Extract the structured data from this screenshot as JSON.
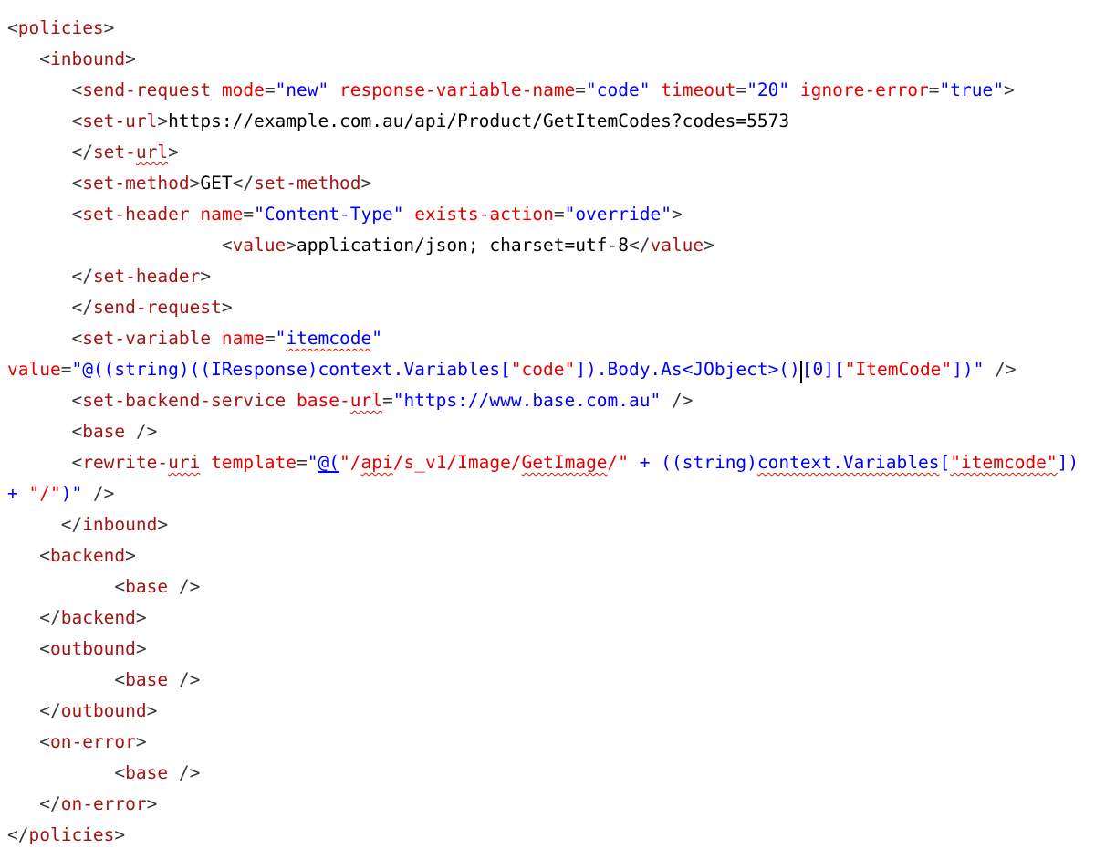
{
  "editor": {
    "language": "xml",
    "background": "#FFFFFF",
    "cursor_visible": true,
    "cursor_location_hint": "line 12, between ()' and '[0]'"
  },
  "colors": {
    "d": "#383838",
    "t": "#A31515",
    "a": "#E50000",
    "v": "#0000FF",
    "s": "#E50000",
    "x": "#000000",
    "u": "#0000FF",
    "squiggle": "#E51400",
    "cursor": "#000000",
    "background": "#FFFFFF"
  },
  "color_legend": {
    "d": "xml-delimiter",
    "t": "xml-tag-name",
    "a": "xml-attribute-name",
    "v": "xml-attribute-value",
    "s": "nested-expression-string",
    "x": "plain-text-content",
    "u": "underlined-expression-open"
  },
  "lines": [
    [
      [
        "<",
        "d"
      ],
      [
        "policies",
        "t"
      ],
      [
        ">",
        "d"
      ]
    ],
    [
      [
        "   ",
        "x"
      ],
      [
        "<",
        "d"
      ],
      [
        "inbound",
        "t"
      ],
      [
        ">",
        "d"
      ]
    ],
    [
      [
        "      ",
        "x"
      ],
      [
        "<",
        "d"
      ],
      [
        "send-request",
        "t"
      ],
      [
        " ",
        "x"
      ],
      [
        "mode",
        "a"
      ],
      [
        "=",
        "d"
      ],
      [
        "\"new\"",
        "v"
      ],
      [
        " ",
        "x"
      ],
      [
        "response-variable-name",
        "a"
      ],
      [
        "=",
        "d"
      ],
      [
        "\"code\"",
        "v"
      ],
      [
        " ",
        "x"
      ],
      [
        "timeout",
        "a"
      ],
      [
        "=",
        "d"
      ],
      [
        "\"20\"",
        "v"
      ],
      [
        " ",
        "x"
      ],
      [
        "ignore-error",
        "a"
      ],
      [
        "=",
        "d"
      ],
      [
        "\"true\"",
        "v"
      ],
      [
        ">",
        "d"
      ]
    ],
    [
      [
        "      ",
        "x"
      ],
      [
        "<",
        "d"
      ],
      [
        "set-url",
        "t"
      ],
      [
        ">",
        "d"
      ],
      [
        "https://example.com.au/api/Product/GetItemCodes?codes=5573",
        "x"
      ]
    ],
    [
      [
        "      ",
        "x"
      ],
      [
        "</",
        "d"
      ],
      [
        "set-",
        "t"
      ],
      [
        "url",
        "t",
        "sq"
      ],
      [
        ">",
        "d"
      ]
    ],
    [
      [
        "      ",
        "x"
      ],
      [
        "<",
        "d"
      ],
      [
        "set-method",
        "t"
      ],
      [
        ">",
        "d"
      ],
      [
        "GET",
        "x"
      ],
      [
        "</",
        "d"
      ],
      [
        "set-method",
        "t"
      ],
      [
        ">",
        "d"
      ]
    ],
    [
      [
        "      ",
        "x"
      ],
      [
        "<",
        "d"
      ],
      [
        "set-header",
        "t"
      ],
      [
        " ",
        "x"
      ],
      [
        "name",
        "a"
      ],
      [
        "=",
        "d"
      ],
      [
        "\"Content-Type\"",
        "v"
      ],
      [
        " ",
        "x"
      ],
      [
        "exists-action",
        "a"
      ],
      [
        "=",
        "d"
      ],
      [
        "\"override\"",
        "v"
      ],
      [
        ">",
        "d"
      ]
    ],
    [
      [
        "                    ",
        "x"
      ],
      [
        "<",
        "d"
      ],
      [
        "value",
        "t"
      ],
      [
        ">",
        "d"
      ],
      [
        "application/json; charset=utf-8",
        "x"
      ],
      [
        "</",
        "d"
      ],
      [
        "value",
        "t"
      ],
      [
        ">",
        "d"
      ]
    ],
    [
      [
        "      ",
        "x"
      ],
      [
        "</",
        "d"
      ],
      [
        "set-header",
        "t"
      ],
      [
        ">",
        "d"
      ]
    ],
    [
      [
        "      ",
        "x"
      ],
      [
        "</",
        "d"
      ],
      [
        "send-request",
        "t"
      ],
      [
        ">",
        "d"
      ]
    ],
    [
      [
        "      ",
        "x"
      ],
      [
        "<",
        "d"
      ],
      [
        "set-variable",
        "t"
      ],
      [
        " ",
        "x"
      ],
      [
        "name",
        "a"
      ],
      [
        "=",
        "d"
      ],
      [
        "\"",
        "v"
      ],
      [
        "itemcode",
        "v",
        "sq"
      ],
      [
        "\"",
        "v"
      ]
    ],
    [
      [
        "value",
        "a"
      ],
      [
        "=",
        "d"
      ],
      [
        "\"@((string)((IResponse)context.Variables[",
        "v"
      ],
      [
        "\"code\"",
        "s"
      ],
      [
        "]).Body.As<JObject>()",
        "v"
      ],
      [
        "",
        "cur"
      ],
      [
        "[0][",
        "v"
      ],
      [
        "\"ItemCode\"",
        "s"
      ],
      [
        "])\"",
        "v"
      ],
      [
        " />",
        "d"
      ]
    ],
    [
      [
        "      ",
        "x"
      ],
      [
        "<",
        "d"
      ],
      [
        "set-backend-service",
        "t"
      ],
      [
        " ",
        "x"
      ],
      [
        "base-",
        "a"
      ],
      [
        "url",
        "a",
        "sq"
      ],
      [
        "=",
        "d"
      ],
      [
        "\"https://www.base.com.au\"",
        "v"
      ],
      [
        " />",
        "d"
      ]
    ],
    [
      [
        "      ",
        "x"
      ],
      [
        "<",
        "d"
      ],
      [
        "base",
        "t"
      ],
      [
        " />",
        "d"
      ]
    ],
    [
      [
        "      ",
        "x"
      ],
      [
        "<",
        "d"
      ],
      [
        "rewrite-",
        "t"
      ],
      [
        "uri",
        "t",
        "sq"
      ],
      [
        " ",
        "x"
      ],
      [
        "template",
        "a"
      ],
      [
        "=",
        "d"
      ],
      [
        "\"",
        "v"
      ],
      [
        "@(",
        "u"
      ],
      [
        "\"/",
        "s"
      ],
      [
        "api",
        "s",
        "sq"
      ],
      [
        "/s_v1/Image/",
        "s"
      ],
      [
        "GetImage",
        "s",
        "sq"
      ],
      [
        "/\"",
        "s"
      ],
      [
        " + ((string)",
        "v"
      ],
      [
        "context.Variables",
        "v",
        "sq"
      ],
      [
        "[",
        "v"
      ],
      [
        "\"itemcode\"",
        "s",
        "sq"
      ],
      [
        "])",
        "v"
      ]
    ],
    [
      [
        "+ ",
        "v"
      ],
      [
        "\"/\"",
        "s"
      ],
      [
        ")\"",
        "v"
      ],
      [
        " />",
        "d"
      ]
    ],
    [
      [
        "     ",
        "x"
      ],
      [
        "</",
        "d"
      ],
      [
        "inbound",
        "t"
      ],
      [
        ">",
        "d"
      ]
    ],
    [
      [
        "   ",
        "x"
      ],
      [
        "<",
        "d"
      ],
      [
        "backend",
        "t"
      ],
      [
        ">",
        "d"
      ]
    ],
    [
      [
        "          ",
        "x"
      ],
      [
        "<",
        "d"
      ],
      [
        "base",
        "t"
      ],
      [
        " />",
        "d"
      ]
    ],
    [
      [
        "   ",
        "x"
      ],
      [
        "</",
        "d"
      ],
      [
        "backend",
        "t"
      ],
      [
        ">",
        "d"
      ]
    ],
    [
      [
        "   ",
        "x"
      ],
      [
        "<",
        "d"
      ],
      [
        "outbound",
        "t"
      ],
      [
        ">",
        "d"
      ]
    ],
    [
      [
        "          ",
        "x"
      ],
      [
        "<",
        "d"
      ],
      [
        "base",
        "t"
      ],
      [
        " />",
        "d"
      ]
    ],
    [
      [
        "   ",
        "x"
      ],
      [
        "</",
        "d"
      ],
      [
        "outbound",
        "t"
      ],
      [
        ">",
        "d"
      ]
    ],
    [
      [
        "   ",
        "x"
      ],
      [
        "<",
        "d"
      ],
      [
        "on-error",
        "t"
      ],
      [
        ">",
        "d"
      ]
    ],
    [
      [
        "          ",
        "x"
      ],
      [
        "<",
        "d"
      ],
      [
        "base",
        "t"
      ],
      [
        " />",
        "d"
      ]
    ],
    [
      [
        "   ",
        "x"
      ],
      [
        "</",
        "d"
      ],
      [
        "on-error",
        "t"
      ],
      [
        ">",
        "d"
      ]
    ],
    [
      [
        "</",
        "d"
      ],
      [
        "policies",
        "t"
      ],
      [
        ">",
        "d"
      ]
    ]
  ]
}
